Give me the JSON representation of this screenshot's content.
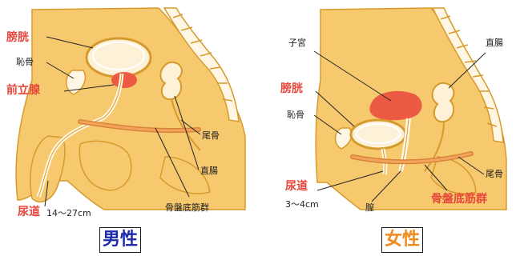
{
  "colors": {
    "skin": "#f7c96f",
    "skin_outline": "#d69a2c",
    "organ_red": "#ec5a44",
    "bladder_fill": "#fdf1d8",
    "bone": "#fff7e4",
    "label_red": "#e8463a",
    "caption_blue": "#1e2aa8",
    "caption_orange": "#f08a1c"
  },
  "male": {
    "caption": "男性",
    "labels": {
      "bladder": "膀胱",
      "pubic_bone": "恥骨",
      "prostate": "前立腺",
      "coccyx": "尾骨",
      "rectum": "直腸",
      "urethra": "尿道",
      "urethra_length": "14〜27cm",
      "pelvic_floor": "骨盤底筋群"
    }
  },
  "female": {
    "caption": "女性",
    "labels": {
      "uterus": "子宮",
      "rectum": "直腸",
      "bladder": "膀胱",
      "pubic_bone": "恥骨",
      "coccyx": "尾骨",
      "urethra": "尿道",
      "urethra_length": "3〜4cm",
      "vagina": "膣",
      "pelvic_floor": "骨盤底筋群"
    }
  }
}
